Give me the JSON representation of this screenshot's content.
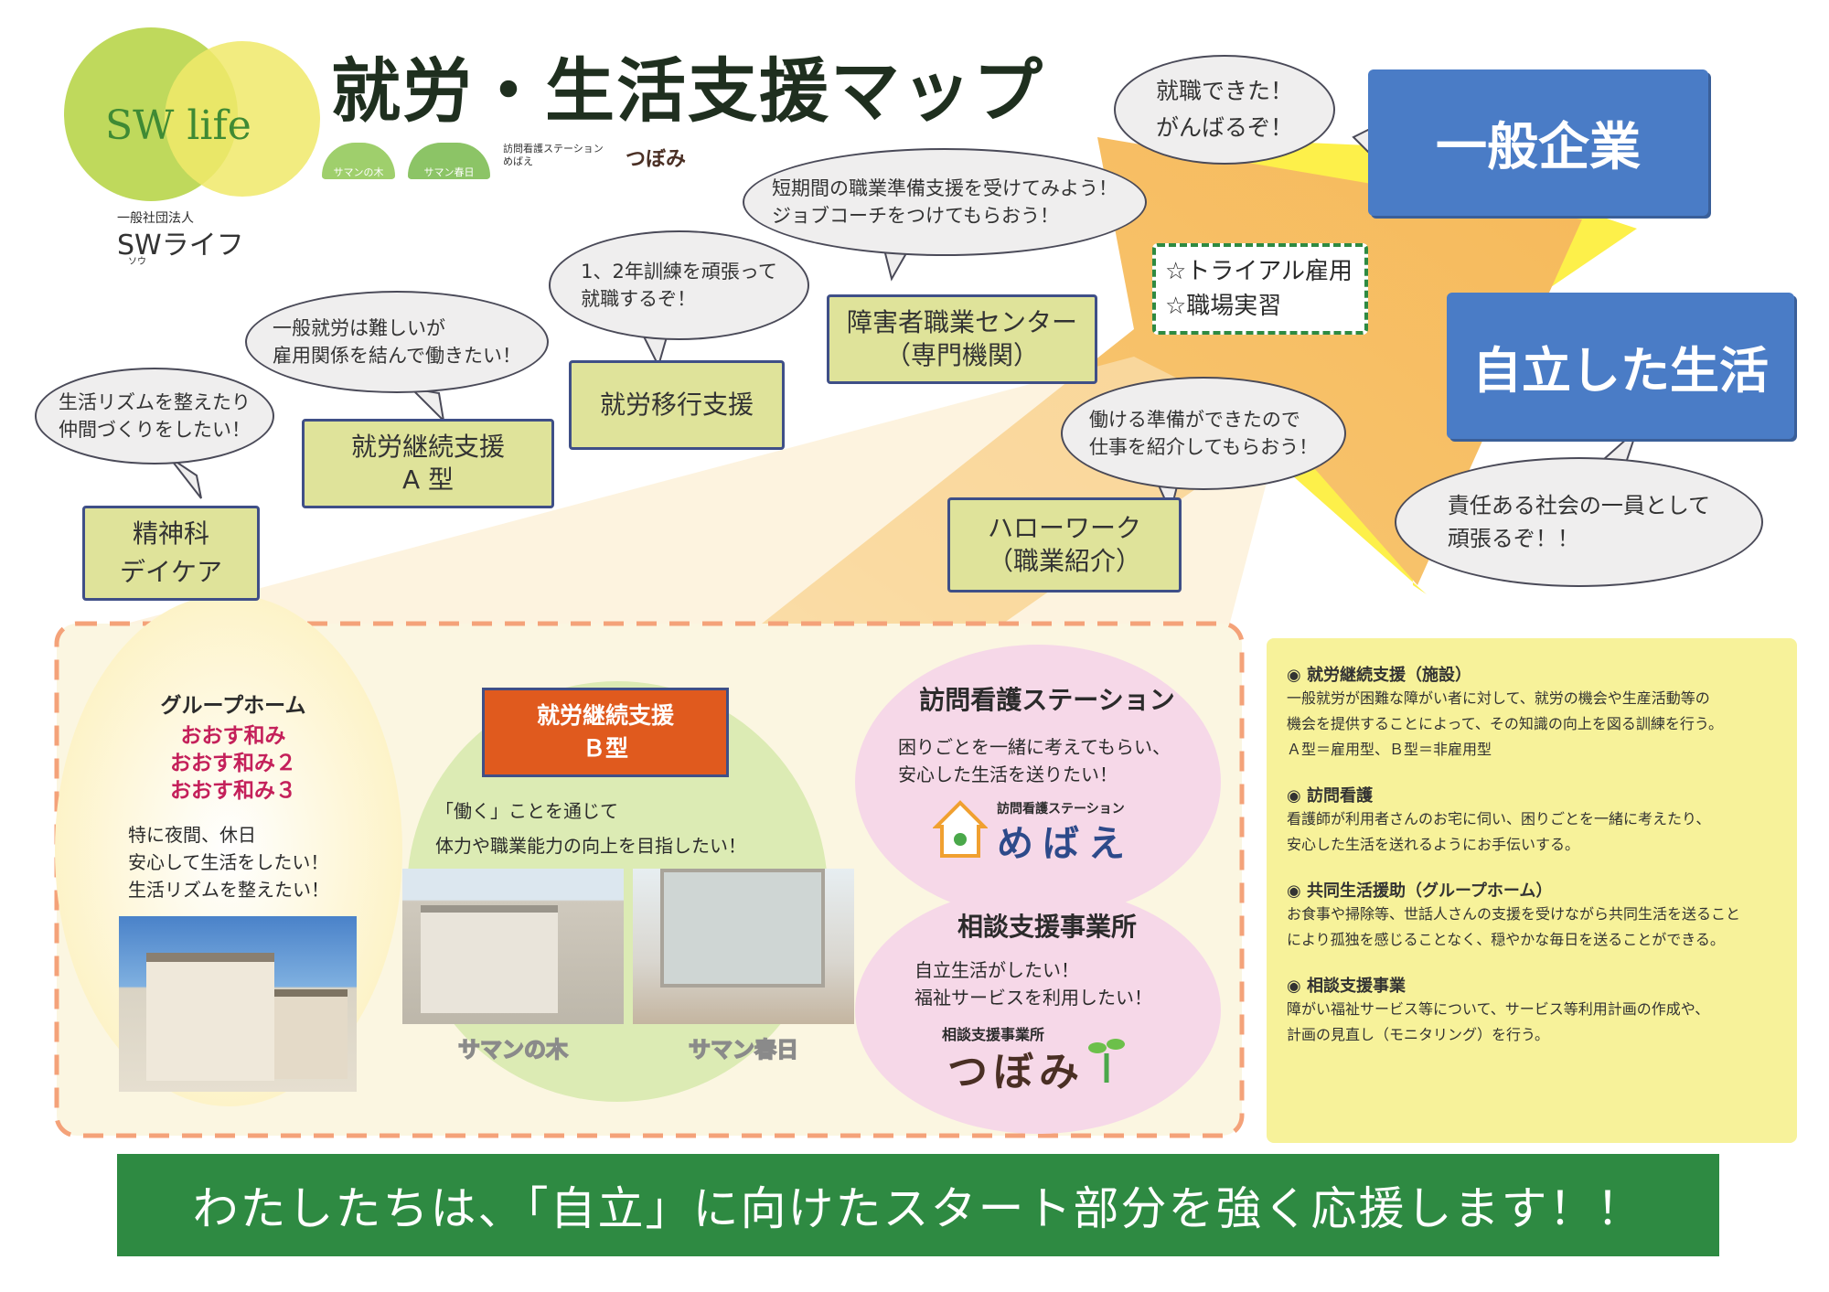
{
  "colors": {
    "accent_green": "#2e8a42",
    "blue": "#4a7cc6",
    "orange_box": "#e05a1e",
    "panel_yellow": "#f7f29a",
    "service_box": "#dfe39a"
  },
  "logo": {
    "mark": "SW life",
    "org_type": "一般社団法人",
    "org_name": "SWライフ",
    "ruby": "ソウ"
  },
  "title": "就労・生活支援マップ",
  "brand_logos": [
    "サマンの木",
    "サマン春日",
    "訪問看護ステーション めばえ",
    "つぼみ"
  ],
  "services": {
    "psych_daycare": "精神科\nデイケア",
    "support_a": "就労継続支援\nA 型",
    "transition": "就労移行支援",
    "vocational_center": "障害者職業センター\n（専門機関）",
    "hello_work": "ハローワーク\n（職業紹介）"
  },
  "bubbles": {
    "daycare": "生活リズムを整えたり\n仲間づくりをしたい！",
    "support_a": "一般就労は難しいが\n雇用関係を結んで働きたい！",
    "transition": "1、2年訓練を頑張って\n就職するぞ！",
    "vocational": "短期間の職業準備支援を受けてみよう！\nジョブコーチをつけてもらおう！",
    "employed": "就職できた！\nがんばるぞ！",
    "hello_work": "働ける準備ができたので\n仕事を紹介してもらおう！",
    "independent": "責任ある社会の一員として\n頑張るぞ！！"
  },
  "trial": [
    "☆トライアル雇用",
    "☆職場実習"
  ],
  "goals": {
    "company": "一般企業",
    "independent_life": "自立した生活"
  },
  "group_home": {
    "title": "グループホーム",
    "names": [
      "おおす和み",
      "おおす和み２",
      "おおす和み３"
    ],
    "desc": "特に夜間、休日\n安心して生活をしたい！\n生活リズムを整えたい！"
  },
  "support_b": {
    "label": "就労継続支援\nＢ型",
    "desc": "「働く」ことを通じて\n体力や職業能力の向上を目指したい！",
    "photo1_caption": "サマンの木",
    "photo2_caption": "サマン春日"
  },
  "nursing": {
    "title": "訪問看護ステーション",
    "desc": "困りごとを一緒に考えてもらい、\n安心した生活を送りたい！",
    "logo_small": "訪問看護ステーション",
    "logo_main": "めばえ"
  },
  "consult": {
    "title": "相談支援事業所",
    "desc": "自立生活がしたい！\n福祉サービスを利用したい！",
    "logo_small": "相談支援事業所",
    "logo_main": "つぼみ"
  },
  "info": [
    {
      "heading": "◉ 就労継続支援（施設）",
      "body": "一般就労が困難な障がい者に対して、就労の機会や生産活動等の\n機会を提供することによって、その知識の向上を図る訓練を行う。\nＡ型＝雇用型、Ｂ型＝非雇用型"
    },
    {
      "heading": "◉ 訪問看護",
      "body": "看護師が利用者さんのお宅に伺い、困りごとを一緒に考えたり、\n安心した生活を送れるようにお手伝いする。"
    },
    {
      "heading": "◉ 共同生活援助（グループホーム）",
      "body": "お食事や掃除等、世話人さんの支援を受けながら共同生活を送ること\nにより孤独を感じることなく、穏やかな毎日を送ることができる。"
    },
    {
      "heading": "◉ 相談支援事業",
      "body": "障がい福祉サービス等について、サービス等利用計画の作成や、\n計画の見直し（モニタリング）を行う。"
    }
  ],
  "banner": "わたしたちは、「自立」に向けたスタート部分を強く応援します！！"
}
